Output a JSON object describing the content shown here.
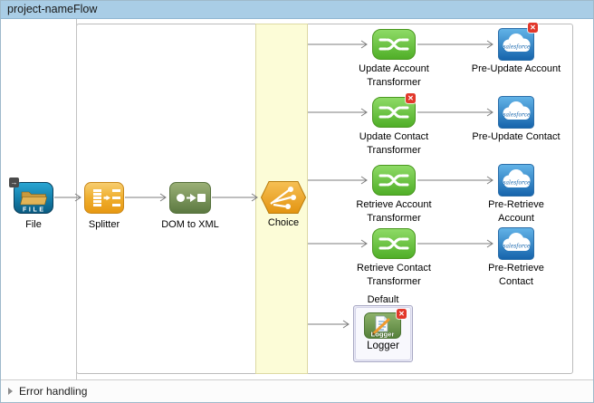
{
  "window": {
    "title": "project-nameFlow"
  },
  "colors": {
    "titlebar_bg": "#a9cde6",
    "choice_scope_bg": "#fcfcd7",
    "transformer_green": "#5cb833",
    "endpoint_blue": "#2f7fc4",
    "connector_orange": "#eda826",
    "file_blue": "#157ca6",
    "dom_olive_green": "#6d8a4c",
    "logger_green": "#6f9a4e",
    "error_badge_red": "#e2382b"
  },
  "flow": {
    "source": {
      "label": "File",
      "icon_text": "FILE"
    },
    "process": {
      "splitter": {
        "label": "Splitter"
      },
      "dom_to_xml": {
        "label": "DOM to XML"
      },
      "choice": {
        "label": "Choice"
      }
    },
    "branches": [
      {
        "transformer": {
          "label": "Update Account Transformer",
          "error_badge": false
        },
        "endpoint": {
          "label": "Pre-Update Account",
          "brand": "salesforce",
          "error_badge": true
        }
      },
      {
        "transformer": {
          "label": "Update Contact Transformer",
          "error_badge": true
        },
        "endpoint": {
          "label": "Pre-Update Contact",
          "brand": "salesforce",
          "error_badge": false
        }
      },
      {
        "transformer": {
          "label": "Retrieve Account Transformer",
          "error_badge": false
        },
        "endpoint": {
          "label": "Pre-Retrieve Account",
          "brand": "salesforce",
          "error_badge": false
        }
      },
      {
        "transformer": {
          "label": "Retrieve Contact Transformer",
          "error_badge": false
        },
        "endpoint": {
          "label": "Pre-Retrieve Contact",
          "brand": "salesforce",
          "error_badge": false
        }
      }
    ],
    "default_branch": {
      "group_label": "Default",
      "logger": {
        "label": "Logger",
        "icon_text": "Logger",
        "error_badge": true
      }
    }
  },
  "footer": {
    "label": "Error handling",
    "collapsed": true
  }
}
